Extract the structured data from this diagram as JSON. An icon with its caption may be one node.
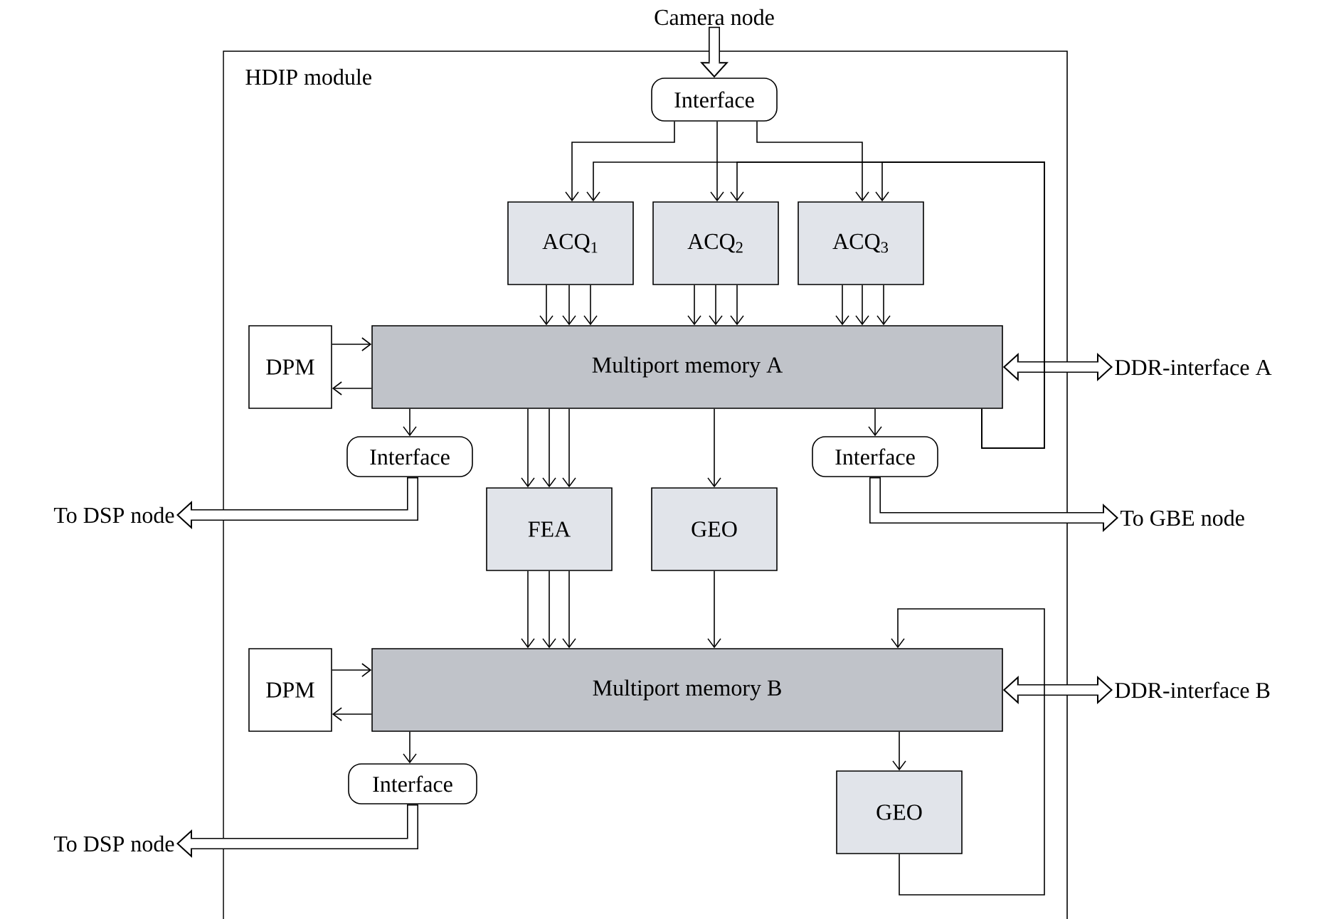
{
  "diagram": {
    "nodes": [
      {
        "text": [
          "HDIP module"
        ]
      },
      {
        "text": [
          "Camera node"
        ]
      },
      {
        "text": [
          "Interface"
        ],
        "in": 0
      },
      {
        "text": [
          "ACQ$_{1}$"
        ],
        "in": 0
      },
      {
        "text": [
          "ACQ$_{2}$"
        ],
        "in": 0
      },
      {
        "text": [
          "ACQ$_{3}$"
        ],
        "in": 0
      },
      {
        "text": [
          "DPM"
        ],
        "in": 0
      },
      {
        "text": [
          "Multiport memory A"
        ],
        "in": 0
      },
      {
        "text": [
          "DDR-interface A"
        ]
      },
      {
        "text": [
          "Interface"
        ],
        "in": 0
      },
      {
        "text": [
          "Interface"
        ],
        "in": 0
      },
      {
        "text": [
          "To DSP node"
        ]
      },
      {
        "text": [
          "To GBE node"
        ]
      },
      {
        "text": [
          "FEA"
        ],
        "in": 0
      },
      {
        "text": [
          "GEO"
        ],
        "in": 0
      },
      {
        "text": [
          "DPM"
        ],
        "in": 0
      },
      {
        "text": [
          "Multiport memory B"
        ],
        "in": 0
      },
      {
        "text": [
          "DDR-interface B"
        ]
      },
      {
        "text": [
          "Interface"
        ],
        "in": 0
      },
      {
        "text": [
          "To DSP node"
        ]
      },
      {
        "text": [
          "GEO"
        ],
        "in": 0
      }
    ],
    "edges": [
      {
        "from": 1,
        "to": 2,
        "arrow": "to",
        "style": "thick",
        "color": "#ffffff"
      },
      {
        "from": 2,
        "to": 3,
        "arrow": "to"
      },
      {
        "from": 2,
        "to": 4,
        "arrow": "to"
      },
      {
        "from": 2,
        "to": 5,
        "arrow": "to"
      },
      {
        "from": 7,
        "to": 3,
        "arrow": "to"
      },
      {
        "from": 7,
        "to": 4,
        "arrow": "to"
      },
      {
        "from": 7,
        "to": 5,
        "arrow": "to"
      },
      {
        "from": 3,
        "to": 7,
        "arrow": "to"
      },
      {
        "from": 3,
        "to": 7,
        "arrow": "to"
      },
      {
        "from": 3,
        "to": 7,
        "arrow": "to"
      },
      {
        "from": 4,
        "to": 7,
        "arrow": "to"
      },
      {
        "from": 4,
        "to": 7,
        "arrow": "to"
      },
      {
        "from": 4,
        "to": 7,
        "arrow": "to"
      },
      {
        "from": 5,
        "to": 7,
        "arrow": "to"
      },
      {
        "from": 5,
        "to": 7,
        "arrow": "to"
      },
      {
        "from": 5,
        "to": 7,
        "arrow": "to"
      },
      {
        "from": 6,
        "to": 7,
        "arrow": "to"
      },
      {
        "from": 7,
        "to": 6,
        "arrow": "to"
      },
      {
        "from": 7,
        "to": 8,
        "arrow": "both",
        "style": "thick",
        "color": "#ffffff"
      },
      {
        "from": 7,
        "to": 9,
        "arrow": "to"
      },
      {
        "from": 7,
        "to": 10,
        "arrow": "to"
      },
      {
        "from": 7,
        "to": 13,
        "arrow": "to"
      },
      {
        "from": 7,
        "to": 13,
        "arrow": "to"
      },
      {
        "from": 7,
        "to": 13,
        "arrow": "to"
      },
      {
        "from": 7,
        "to": 14,
        "arrow": "to"
      },
      {
        "from": 9,
        "to": 11,
        "arrow": "to",
        "style": "thick",
        "color": "#ffffff"
      },
      {
        "from": 10,
        "to": 12,
        "arrow": "to",
        "style": "thick",
        "color": "#ffffff"
      },
      {
        "from": 13,
        "to": 16,
        "arrow": "to"
      },
      {
        "from": 13,
        "to": 16,
        "arrow": "to"
      },
      {
        "from": 13,
        "to": 16,
        "arrow": "to"
      },
      {
        "from": 14,
        "to": 16,
        "arrow": "to"
      },
      {
        "from": 15,
        "to": 16,
        "arrow": "to"
      },
      {
        "from": 16,
        "to": 15,
        "arrow": "to"
      },
      {
        "from": 16,
        "to": 17,
        "arrow": "both",
        "style": "thick",
        "color": "#ffffff"
      },
      {
        "from": 20,
        "to": 16,
        "arrow": "to"
      },
      {
        "from": 16,
        "to": 20,
        "arrow": "to"
      },
      {
        "from": 16,
        "to": 18,
        "arrow": "to"
      },
      {
        "from": 18,
        "to": 19,
        "arrow": "to",
        "style": "thick",
        "color": "#ffffff"
      }
    ]
  }
}
